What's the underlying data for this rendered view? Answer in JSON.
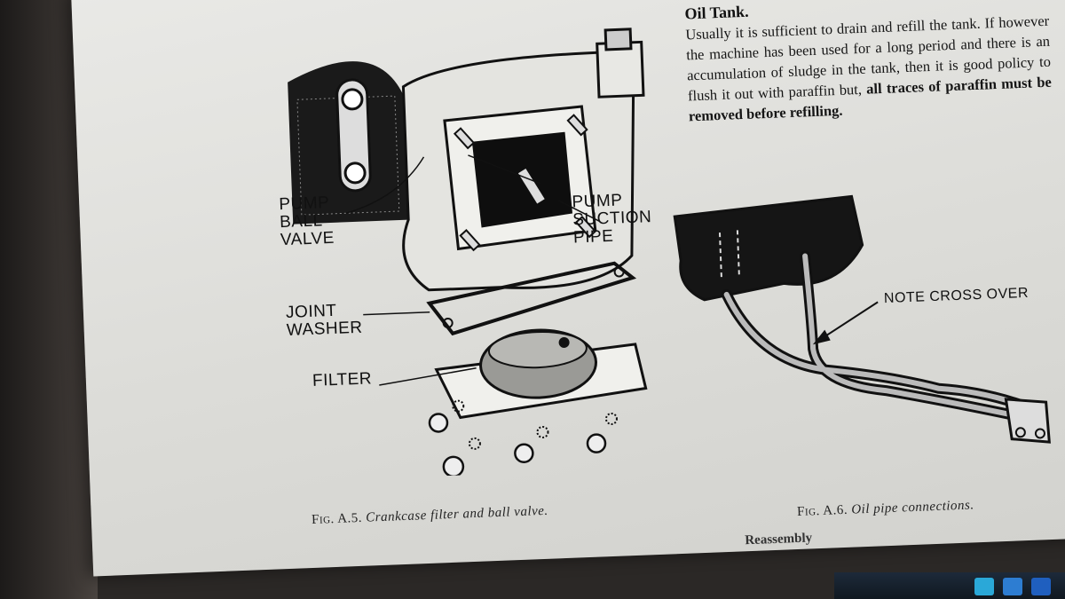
{
  "text_section": {
    "title": "Oil Tank.",
    "paragraph_plain": "Usually it is sufficient to drain and refill the tank. If however the machine has been used for a long period and there is an accumulation of sludge in the tank, then it is good policy to flush it out with paraffin but,",
    "paragraph_bold": "all traces of paraffin must be removed before refilling."
  },
  "figure_a5": {
    "labels": {
      "pump_ball_valve": "PUMP\nBALL\nVALVE",
      "pump_suction_pipe": "PUMP\nSUCTION\nPIPE",
      "joint_washer": "JOINT\nWASHER",
      "filter": "FILTER"
    },
    "caption_number": "Fig. A.5.",
    "caption_text": "Crankcase filter and ball valve."
  },
  "figure_a6": {
    "labels": {
      "note": "NOTE CROSS OVER"
    },
    "caption_number": "Fig. A.6.",
    "caption_text": "Oil pipe connections."
  },
  "footer_fragment": "Reassembly"
}
